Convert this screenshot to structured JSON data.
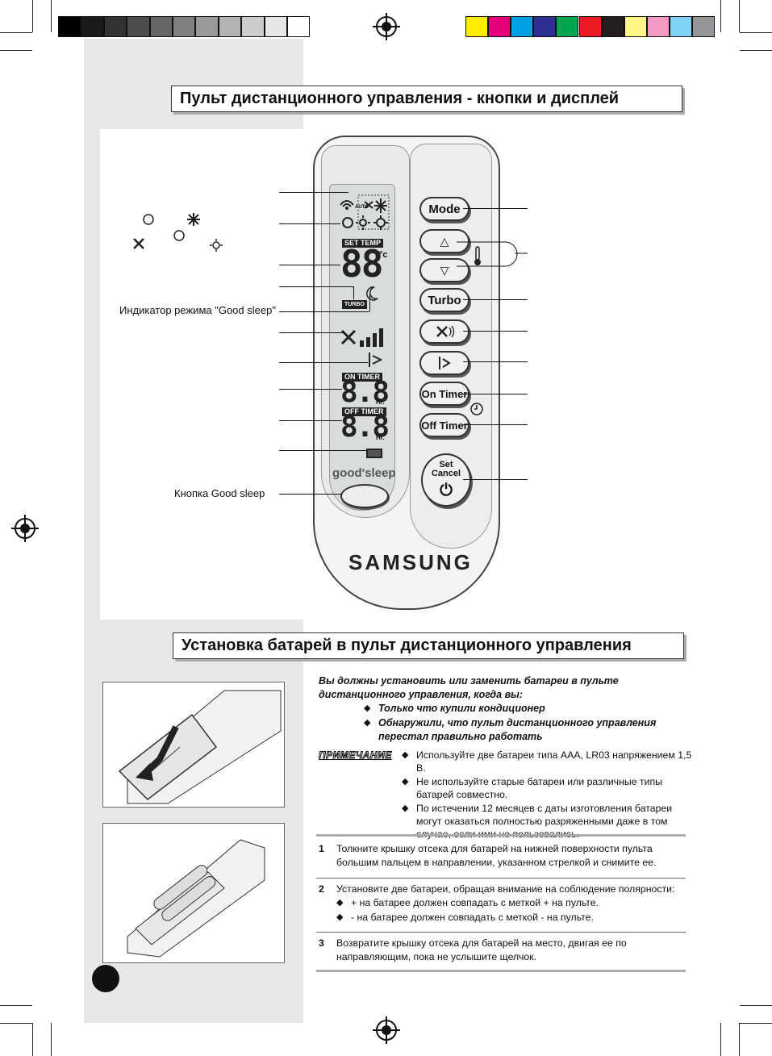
{
  "headings": {
    "remote": "Пульт дистанционного управления - кнопки и дисплей",
    "battery": "Установка батарей в пульт дистанционного управления"
  },
  "callouts": {
    "good_sleep_indicator": "Индикатор режима \"Good sleep\"",
    "good_sleep_button": "Кнопка  Good sleep"
  },
  "lcd": {
    "set_temp": "SET  TEMP",
    "temp_digits": "88",
    "celsius": "°c",
    "turbo": "TURBO",
    "on_timer": "ON  TIMER",
    "off_timer": "OFF  TIMER",
    "timer_digits": "8.8",
    "hr": "Hr.",
    "auto": "AUTO"
  },
  "buttons": {
    "mode": "Mode",
    "up": "△",
    "down": "▽",
    "turbo": "Turbo",
    "on_timer": "On Timer",
    "off_timer": "Off Timer",
    "set": "Set",
    "cancel": "Cancel",
    "power": "⏻"
  },
  "brand": {
    "good_sleep": "good'sleep",
    "samsung": "SAMSUNG"
  },
  "battery": {
    "intro": "Вы должны установить или заменить батареи в пульте дистанционного управления, когда вы:",
    "intro_items": [
      "Только что купили кондиционер",
      "Обнаружили, что пульт дистанционного управления перестал правильно работать"
    ],
    "note_label": "ПРИМЕЧАНИЕ",
    "notes": [
      "Используйте две батареи типа AAA, LR03 напряжением 1,5 В.",
      "Не используйте старые батареи или различные типы батарей совместно.",
      "По истечении 12 месяцев с даты изготовления батареи могут оказаться полностью разряженными даже в том случае, если ими не пользовались."
    ],
    "steps": [
      {
        "num": "1",
        "text": "Толкните крышку отсека для батарей на нижней поверхности пульта большим пальцем в направлении, указанном стрелкой и снимите ее."
      },
      {
        "num": "2",
        "text": "Установите две батареи, обращая внимание на соблюдение полярности:",
        "sub": [
          "+ на батарее должен совпадать с меткой + на пульте.",
          "- на батарее должен совпадать с меткой - на пульте."
        ]
      },
      {
        "num": "3",
        "text": "Возвратите крышку отсека для батарей на место, двигая ее по направляющим, пока не услышите щелчок."
      }
    ]
  },
  "colors": {
    "gray_swatches": [
      "#000000",
      "#1a1a1a",
      "#333333",
      "#4d4d4d",
      "#666666",
      "#808080",
      "#999999",
      "#b3b3b3",
      "#cccccc",
      "#e6e6e6",
      "#ffffff"
    ],
    "color_swatches": [
      "#ffec00",
      "#e6007e",
      "#00a0e4",
      "#2e3192",
      "#00a551",
      "#ed1c24",
      "#231f20",
      "#fff685",
      "#f49ac1",
      "#7fd3f7",
      "#939598"
    ]
  }
}
